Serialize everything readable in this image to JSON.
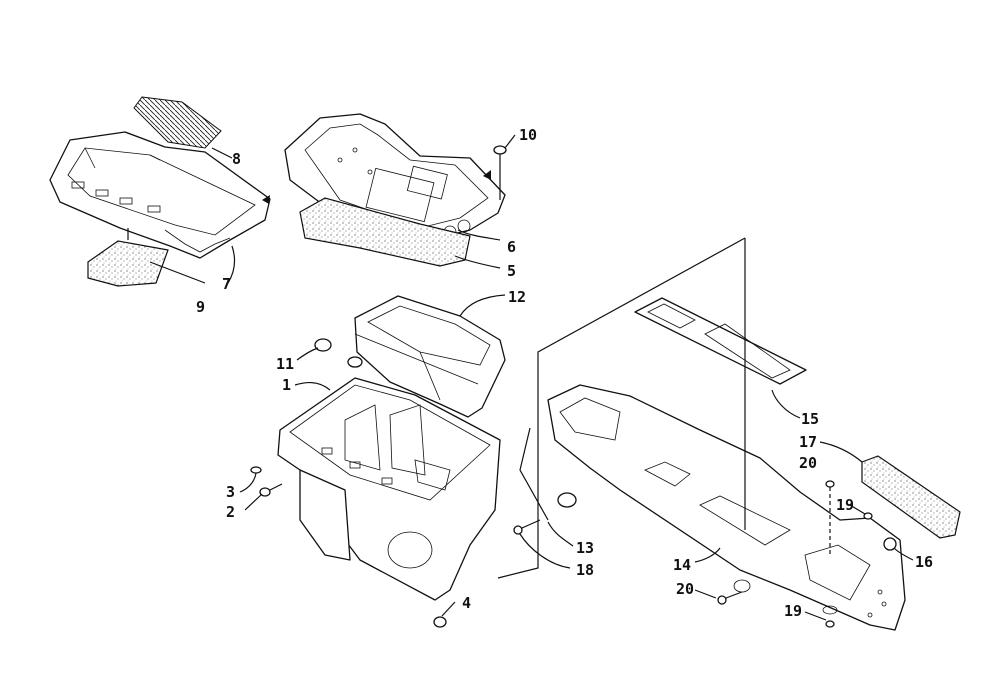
{
  "callouts": [
    {
      "id": "1",
      "text": "1"
    },
    {
      "id": "2",
      "text": "2"
    },
    {
      "id": "3",
      "text": "3"
    },
    {
      "id": "4",
      "text": "4"
    },
    {
      "id": "5",
      "text": "5"
    },
    {
      "id": "6",
      "text": "6"
    },
    {
      "id": "7",
      "text": "7"
    },
    {
      "id": "8",
      "text": "8"
    },
    {
      "id": "9",
      "text": "9"
    },
    {
      "id": "10",
      "text": "10"
    },
    {
      "id": "11",
      "text": "11"
    },
    {
      "id": "12",
      "text": "12"
    },
    {
      "id": "13",
      "text": "13"
    },
    {
      "id": "14",
      "text": "14"
    },
    {
      "id": "15",
      "text": "15"
    },
    {
      "id": "16",
      "text": "16"
    },
    {
      "id": "17",
      "text": "17"
    },
    {
      "id": "18",
      "text": "18"
    },
    {
      "id": "19a",
      "text": "19"
    },
    {
      "id": "19b",
      "text": "19"
    },
    {
      "id": "20a",
      "text": "20"
    },
    {
      "id": "20b",
      "text": "20"
    }
  ],
  "colors": {
    "ink": "#111111",
    "paper": "#ffffff"
  }
}
